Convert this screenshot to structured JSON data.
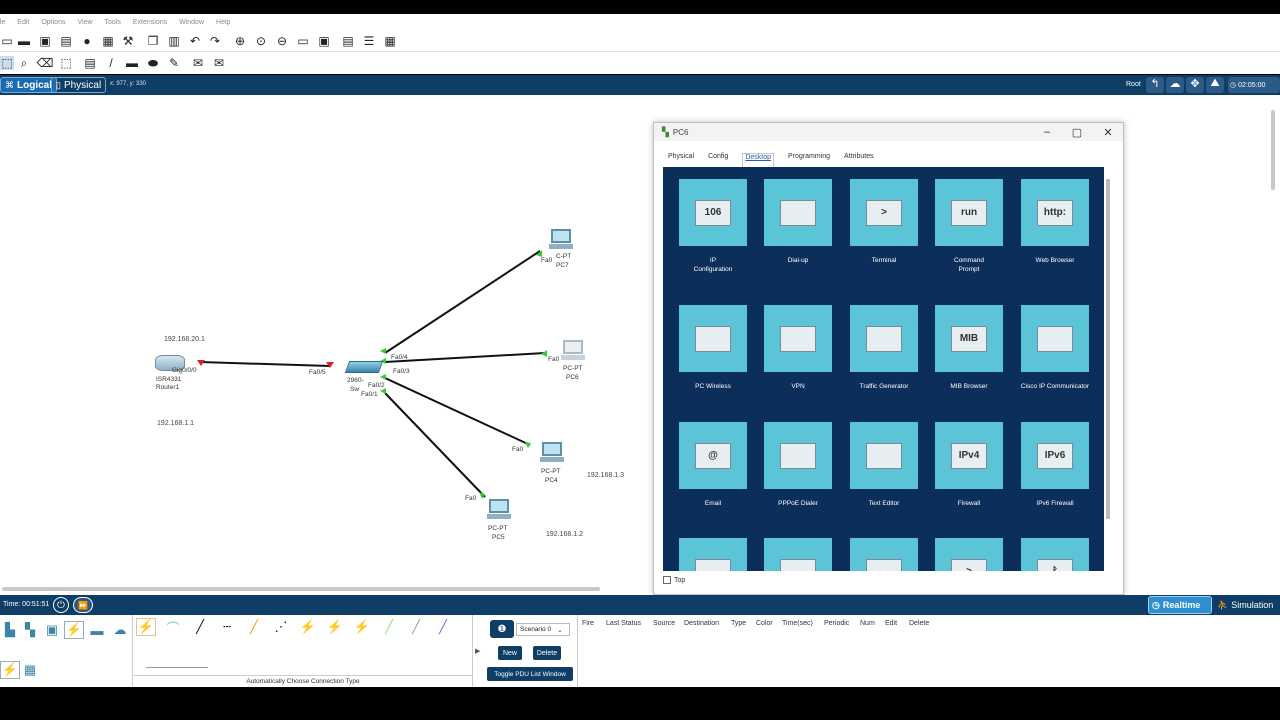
{
  "menu": [
    "File",
    "Edit",
    "Options",
    "View",
    "Tools",
    "Extensions",
    "Window",
    "Help"
  ],
  "help_label": "?",
  "nav": {
    "logical": "Logical",
    "physical": "Physical",
    "coords": "x: 977, y: 330",
    "root": "Root",
    "clock": "02:05:00"
  },
  "topology": {
    "ips": [
      "192.168.20.1",
      "192.168.1.1",
      "192.168.1.3",
      "192.168.1.2"
    ],
    "router": {
      "port": "Gig0/0/0",
      "model": "ISR4331",
      "name": "Router1"
    },
    "switch": {
      "model": "2960-",
      "name": "Sw",
      "subname": "Fa0/1",
      "ports": [
        "Fa0/5",
        "Fa0/4",
        "Fa0/3",
        "Fa0/2"
      ]
    },
    "pc7": {
      "port": "Fa0",
      "model": "C-PT",
      "name": "PC7"
    },
    "pc6": {
      "port": "Fa0",
      "model": "PC-PT",
      "name": "PC6"
    },
    "pc4": {
      "port": "Fa0",
      "model": "PC-PT",
      "name": "PC4"
    },
    "pc5": {
      "port": "Fa0",
      "model": "PC-PT",
      "name": "PC5"
    }
  },
  "pc_window": {
    "title": "PC6",
    "tabs": [
      "Physical",
      "Config",
      "Desktop",
      "Programming",
      "Attributes"
    ],
    "active_tab": "Desktop",
    "apps": [
      {
        "name": "IP\nConfiguration",
        "icon": "ip-config-icon",
        "glyph": "106"
      },
      {
        "name": "Dial-up",
        "icon": "modem-icon",
        "glyph": ""
      },
      {
        "name": "Terminal",
        "icon": "terminal-icon",
        "glyph": ">"
      },
      {
        "name": "Command\nPrompt",
        "icon": "command-prompt-icon",
        "glyph": "run"
      },
      {
        "name": "Web Browser",
        "icon": "web-browser-icon",
        "glyph": "http:"
      },
      {
        "name": "PC Wireless",
        "icon": "wireless-icon",
        "glyph": ""
      },
      {
        "name": "VPN",
        "icon": "vpn-lock-icon",
        "glyph": ""
      },
      {
        "name": "Traffic Generator",
        "icon": "traffic-generator-icon",
        "glyph": ""
      },
      {
        "name": "MIB Browser",
        "icon": "mib-browser-icon",
        "glyph": "MIB"
      },
      {
        "name": "Cisco IP Communicator",
        "icon": "ip-communicator-icon",
        "glyph": ""
      },
      {
        "name": "Email",
        "icon": "email-icon",
        "glyph": "@"
      },
      {
        "name": "PPPoE Dialer",
        "icon": "pppoe-dialer-icon",
        "glyph": ""
      },
      {
        "name": "Text Editor",
        "icon": "text-editor-icon",
        "glyph": ""
      },
      {
        "name": "Firewall",
        "icon": "firewall-icon",
        "glyph": "IPv4"
      },
      {
        "name": "IPv6 Firewall",
        "icon": "ipv6-firewall-icon",
        "glyph": "IPv6"
      },
      {
        "name": "",
        "icon": "pie-chart-icon",
        "glyph": ""
      },
      {
        "name": "",
        "icon": "box-icon",
        "glyph": ""
      },
      {
        "name": "",
        "icon": "folder-icon",
        "glyph": ""
      },
      {
        "name": "",
        "icon": "terminal-icon",
        "glyph": ">"
      },
      {
        "name": "",
        "icon": "bluetooth-icon",
        "glyph": "ᛒ"
      }
    ],
    "top_label": "Top"
  },
  "status": {
    "time": "Time: 00:51:51",
    "realtime": "Realtime",
    "simulation": "Simulation"
  },
  "bottom": {
    "connection_hint": "Automatically Choose Connection Type",
    "scenario": "Scenario 0",
    "new_label": "New",
    "delete_label": "Delete",
    "toggle_label": "Toggle PDU List Window",
    "pdu_columns": [
      "Fire",
      "Last Status",
      "Source",
      "Destination",
      "Type",
      "Color",
      "Time(sec)",
      "Periodic",
      "Num",
      "Edit",
      "Delete"
    ]
  }
}
